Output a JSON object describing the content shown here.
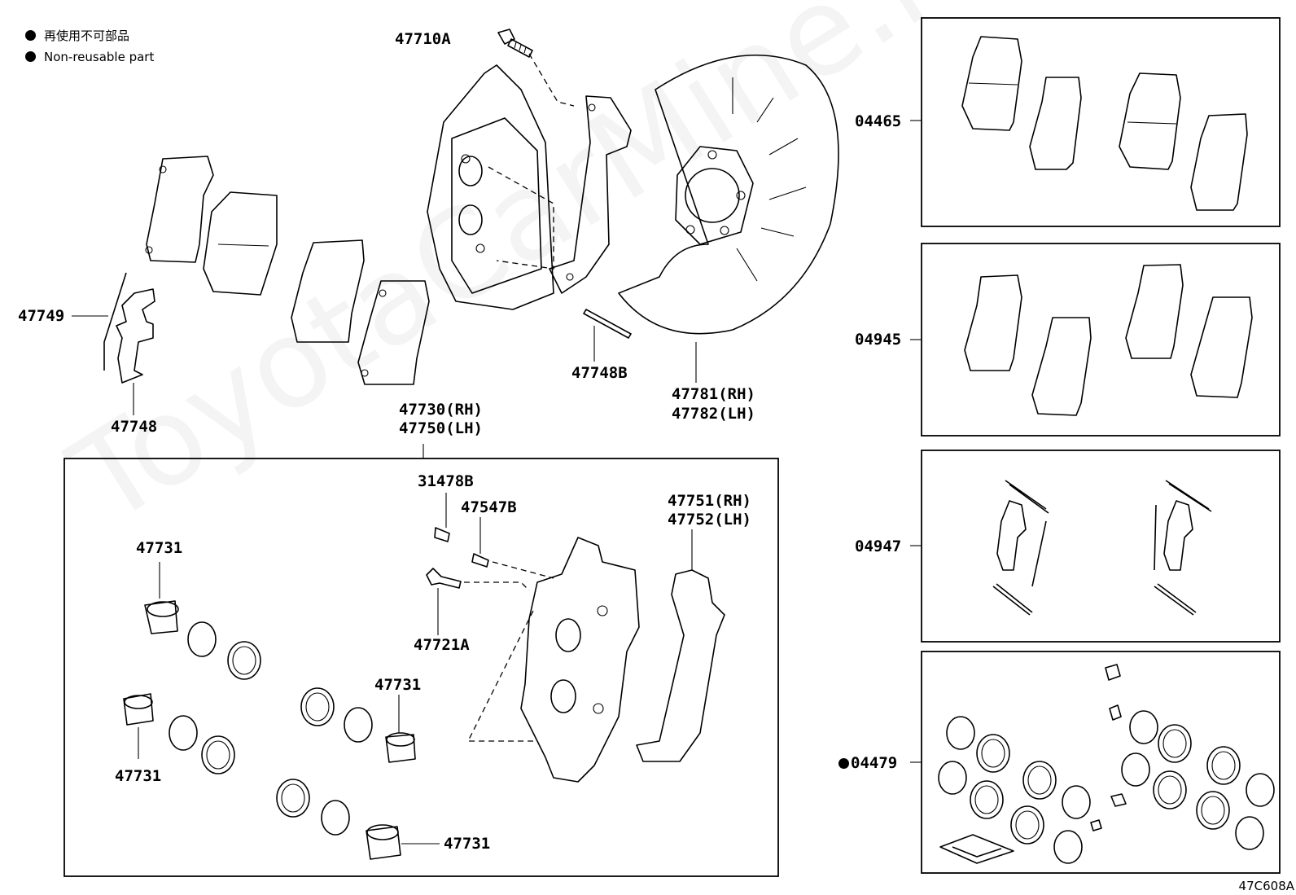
{
  "legend": {
    "jp": "再使用不可部品",
    "en": "Non-reusable part"
  },
  "watermark": "ToyotaCarMine.ru",
  "reference": "47C608A",
  "labels": {
    "p47710A": "47710A",
    "p47749": "47749",
    "p47748": "47748",
    "p47748B": "47748B",
    "p47781": "47781(RH)",
    "p47782": "47782(LH)",
    "p47730": "47730(RH)",
    "p47750": "47750(LH)",
    "p31478B": "31478B",
    "p47547B": "47547B",
    "p47751": "47751(RH)",
    "p47752": "47752(LH)",
    "p47721A": "47721A",
    "p47731_a": "47731",
    "p47731_b": "47731",
    "p47731_c": "47731",
    "p47731_d": "47731",
    "p04465": "04465",
    "p04945": "04945",
    "p04947": "04947",
    "p04479": "04479"
  }
}
